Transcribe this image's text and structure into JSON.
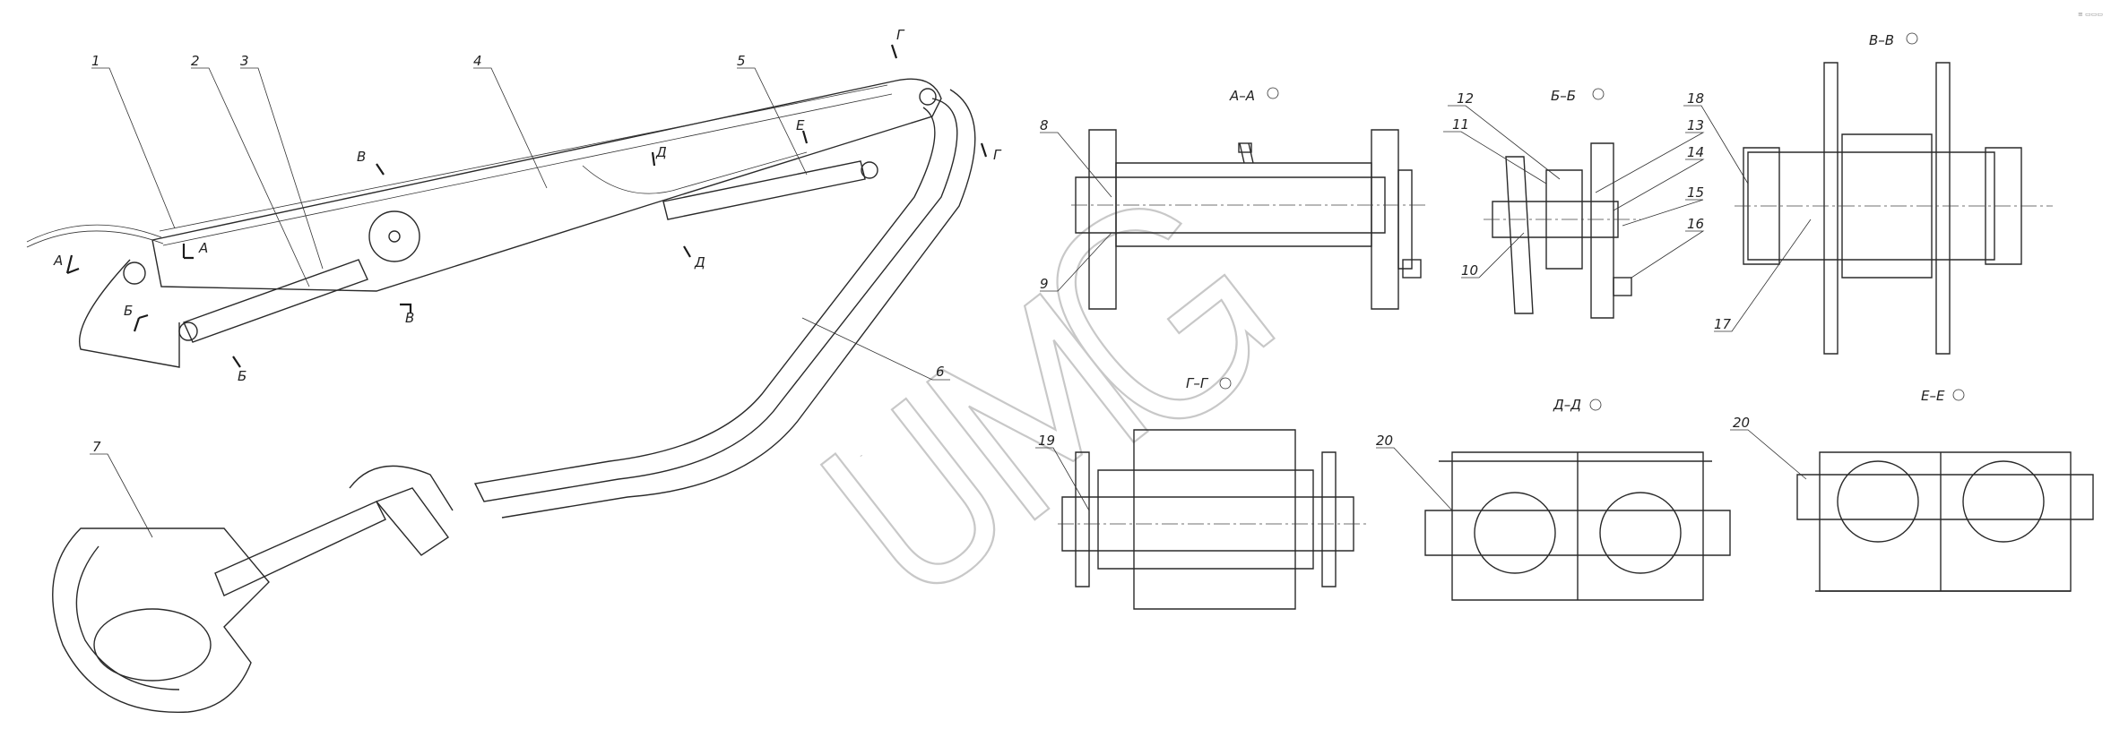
{
  "watermark": "UMG",
  "corner_note": "≡ ▭▭▭",
  "position_labels": [
    "1",
    "2",
    "3",
    "4",
    "5",
    "6",
    "7",
    "8",
    "9",
    "10",
    "11",
    "12",
    "13",
    "14",
    "15",
    "16",
    "17",
    "18",
    "19",
    "20",
    "20"
  ],
  "cut_marks": [
    "А",
    "А",
    "Б",
    "Б",
    "В",
    "В",
    "Г",
    "Г",
    "Д",
    "Д",
    "Е"
  ],
  "section_titles": [
    "А–А",
    "Б–Б",
    "В–В",
    "Г–Г",
    "Д–Д",
    "Е–Е"
  ]
}
